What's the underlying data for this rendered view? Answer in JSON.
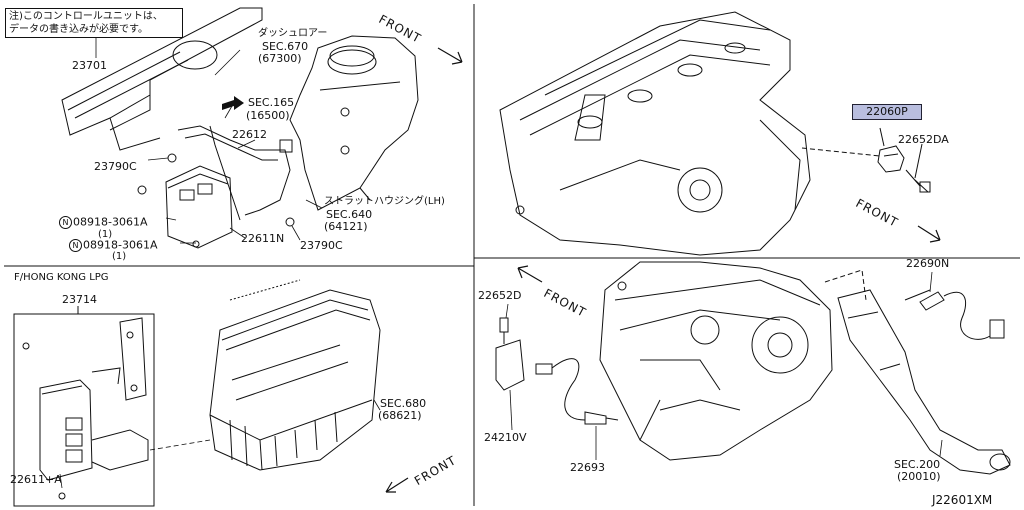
{
  "diagram_id": "J22601XM",
  "note": {
    "line1": "注)このコントロールユニットは、",
    "line2": "データの書き込みが必要です。"
  },
  "top_left": {
    "dash_lower_label": "ダッシュロアー",
    "sec670": "SEC.670",
    "sec670_part": "(67300)",
    "sec165": "SEC.165",
    "sec165_part": "(16500)",
    "strut_housing_label": "ストラットハウジング(LH)",
    "sec640": "SEC.640",
    "sec640_part": "(64121)",
    "parts": {
      "p23701": "23701",
      "p22612": "22612",
      "p23790c_a": "23790C",
      "p23790c_b": "23790C",
      "p22611n": "22611N",
      "bolt1_code": "08918-3061A",
      "bolt1_qty": "(1)",
      "bolt2_code": "08918-3061A",
      "bolt2_qty": "(1)",
      "circle_letter": "N"
    },
    "front_label": "FRONT"
  },
  "top_right": {
    "highlight_part": "22060P",
    "p22652da": "22652DA",
    "front_label": "FRONT"
  },
  "bottom_left": {
    "variant_label": "F/HONG KONG LPG",
    "p23714": "23714",
    "p22611a": "22611+A",
    "sec680": "SEC.680",
    "sec680_part": "(68621)",
    "front_label": "FRONT"
  },
  "bottom_right": {
    "front_label": "FRONT",
    "p22652d": "22652D",
    "p24210v": "24210V",
    "p22693": "22693",
    "p22690n": "22690N",
    "sec200": "SEC.200",
    "sec200_part": "(20010)"
  },
  "colors": {
    "highlight": "#b9bedf",
    "line": "#111111"
  }
}
